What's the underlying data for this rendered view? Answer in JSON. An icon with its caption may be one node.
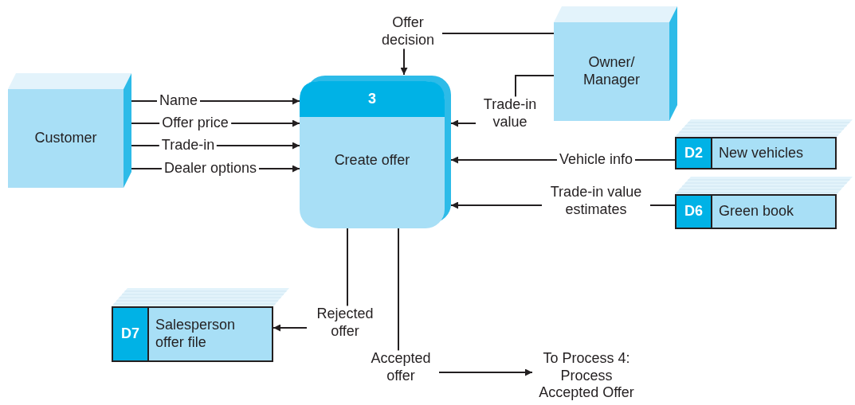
{
  "diagram": {
    "nodes": [
      {
        "text": [
          "Customer"
        ]
      },
      {
        "text": [
          "3",
          "Create offer"
        ]
      },
      {
        "text": [
          "Owner/ Manager"
        ]
      },
      {
        "text": [
          "D2",
          "New vehicles"
        ]
      },
      {
        "text": [
          "D6",
          "Green book"
        ]
      },
      {
        "text": [
          "D7",
          "Salesperson offer file"
        ]
      },
      {
        "text": [
          "To Process 4: Process Accepted Offer"
        ]
      }
    ],
    "edges": [
      {
        "from": 0,
        "to": 1,
        "arrow": "to",
        "label": "Name"
      },
      {
        "from": 0,
        "to": 1,
        "arrow": "to",
        "label": "Offer price"
      },
      {
        "from": 0,
        "to": 1,
        "arrow": "to",
        "label": "Trade-in"
      },
      {
        "from": 0,
        "to": 1,
        "arrow": "to",
        "label": "Dealer options"
      },
      {
        "from": 2,
        "to": 1,
        "arrow": "to",
        "label": "Offer decision"
      },
      {
        "from": 2,
        "to": 1,
        "arrow": "to",
        "label": "Trade-in value"
      },
      {
        "from": 3,
        "to": 1,
        "arrow": "to",
        "label": "Vehicle info"
      },
      {
        "from": 4,
        "to": 1,
        "arrow": "to",
        "label": "Trade-in value estimates"
      },
      {
        "from": 1,
        "to": 5,
        "arrow": "to",
        "label": "Rejected offer"
      },
      {
        "from": 1,
        "to": 6,
        "arrow": "to",
        "label": "Accepted offer"
      }
    ]
  }
}
